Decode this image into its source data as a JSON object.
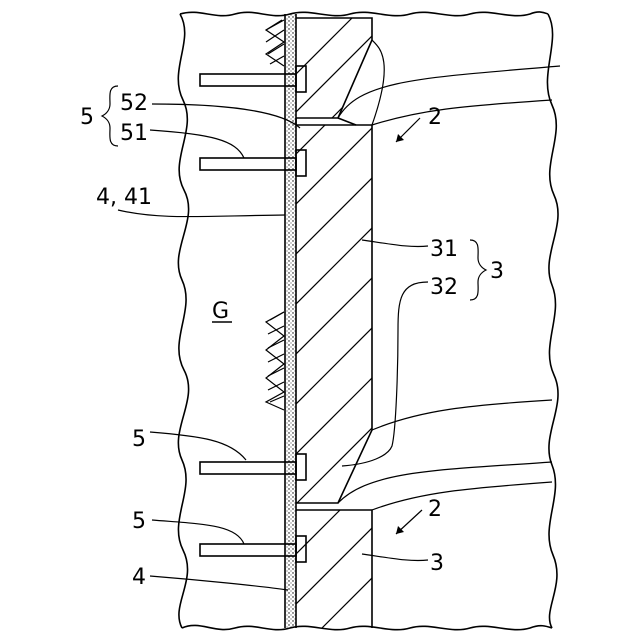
{
  "labels": {
    "ground": "G",
    "bolt_group": "5",
    "bolt_nut": "52",
    "bolt_shaft": "51",
    "sheet": "4, 41",
    "panel_upper": "2",
    "panel_lower": "2",
    "panel_body": "31",
    "panel_lug": "32",
    "panel_group": "3",
    "panel_lower_body": "3",
    "bolt_lower_1": "5",
    "bolt_lower_2": "5",
    "sheet_lower": "4"
  }
}
